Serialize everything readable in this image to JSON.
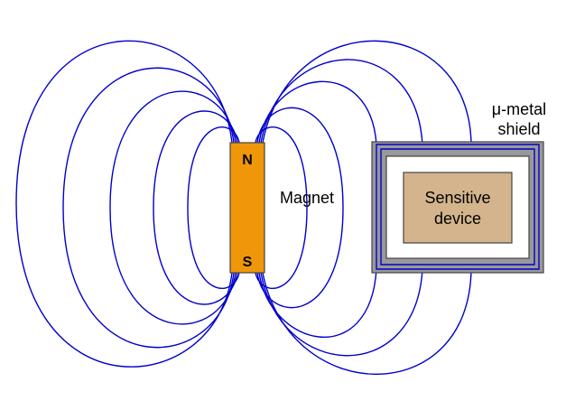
{
  "magnet": {
    "north_label": "N",
    "south_label": "S",
    "label": "Magnet"
  },
  "shield": {
    "label_line1": "μ-metal",
    "label_line2": "shield"
  },
  "device": {
    "label_line1": "Sensitive",
    "label_line2": "device"
  },
  "colors": {
    "field_line": "#0000cc",
    "magnet_fill": "#f0960a",
    "shield_fill": "#999999",
    "device_fill": "#d4b48c"
  }
}
